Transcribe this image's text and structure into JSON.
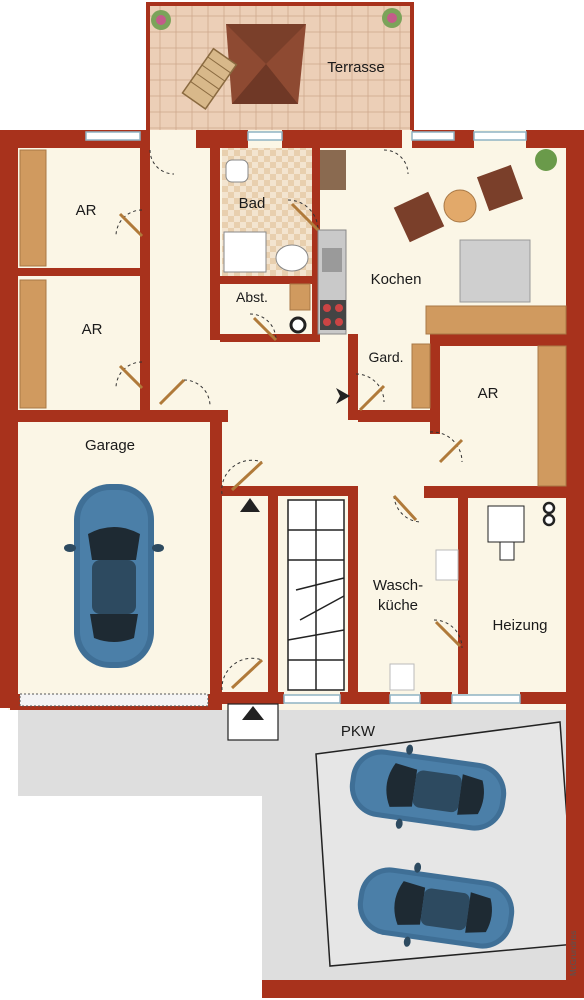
{
  "rooms": {
    "terrace": "Terrasse",
    "storage_top": "AR",
    "storage_mid": "AR",
    "storage_right": "AR",
    "bath": "Bad",
    "kitchen": "Kochen",
    "closet": "Abst.",
    "wardrobe": "Gard.",
    "garage": "Garage",
    "laundry_line1": "Wasch-",
    "laundry_line2": "küche",
    "heating": "Heizung",
    "parking": "PKW"
  },
  "credit": "McGrundriss",
  "colors": {
    "wall": "#a8321c",
    "floor": "#fbf6e6",
    "tile": "#e9cbb3",
    "paving": "#dedede",
    "wood": "#d09a5f",
    "car": "#3f6f96"
  }
}
